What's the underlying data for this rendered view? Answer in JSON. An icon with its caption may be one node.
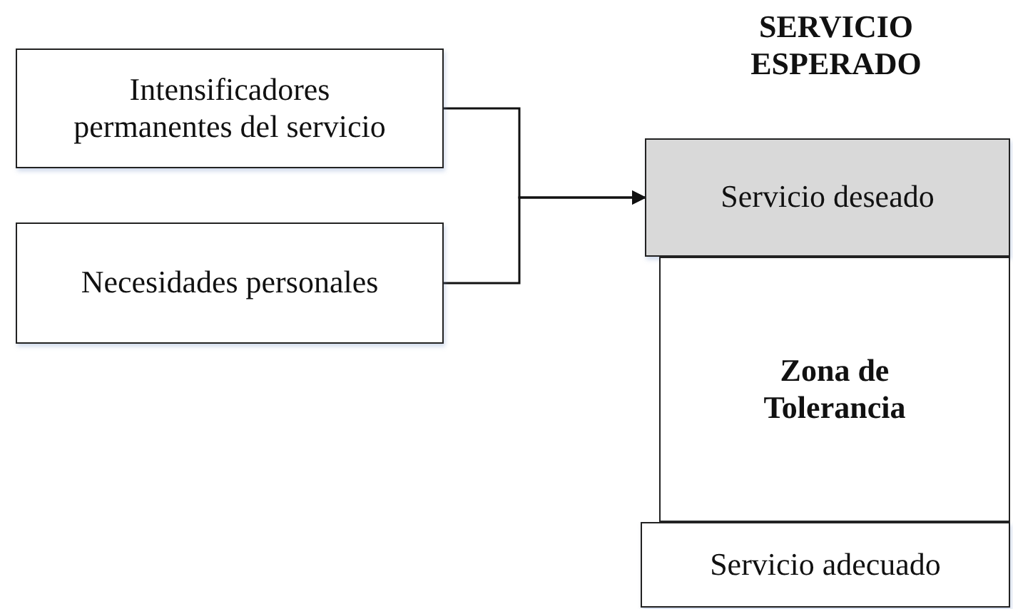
{
  "diagram": {
    "title": "SERVICIO ESPERADO",
    "nodes": [
      {
        "text": [
          "Intensificadores permanentes del servicio"
        ]
      },
      {
        "text": [
          "Necesidades personales"
        ]
      },
      {
        "text": [
          "Servicio deseado"
        ]
      },
      {
        "text": [
          "Zona de Tolerancia"
        ]
      },
      {
        "text": [
          "Servicio adecuado"
        ]
      }
    ],
    "edges": [
      {
        "from": 0,
        "to": 2,
        "arrow": "to"
      },
      {
        "from": 1,
        "to": 2,
        "arrow": "to"
      }
    ]
  }
}
